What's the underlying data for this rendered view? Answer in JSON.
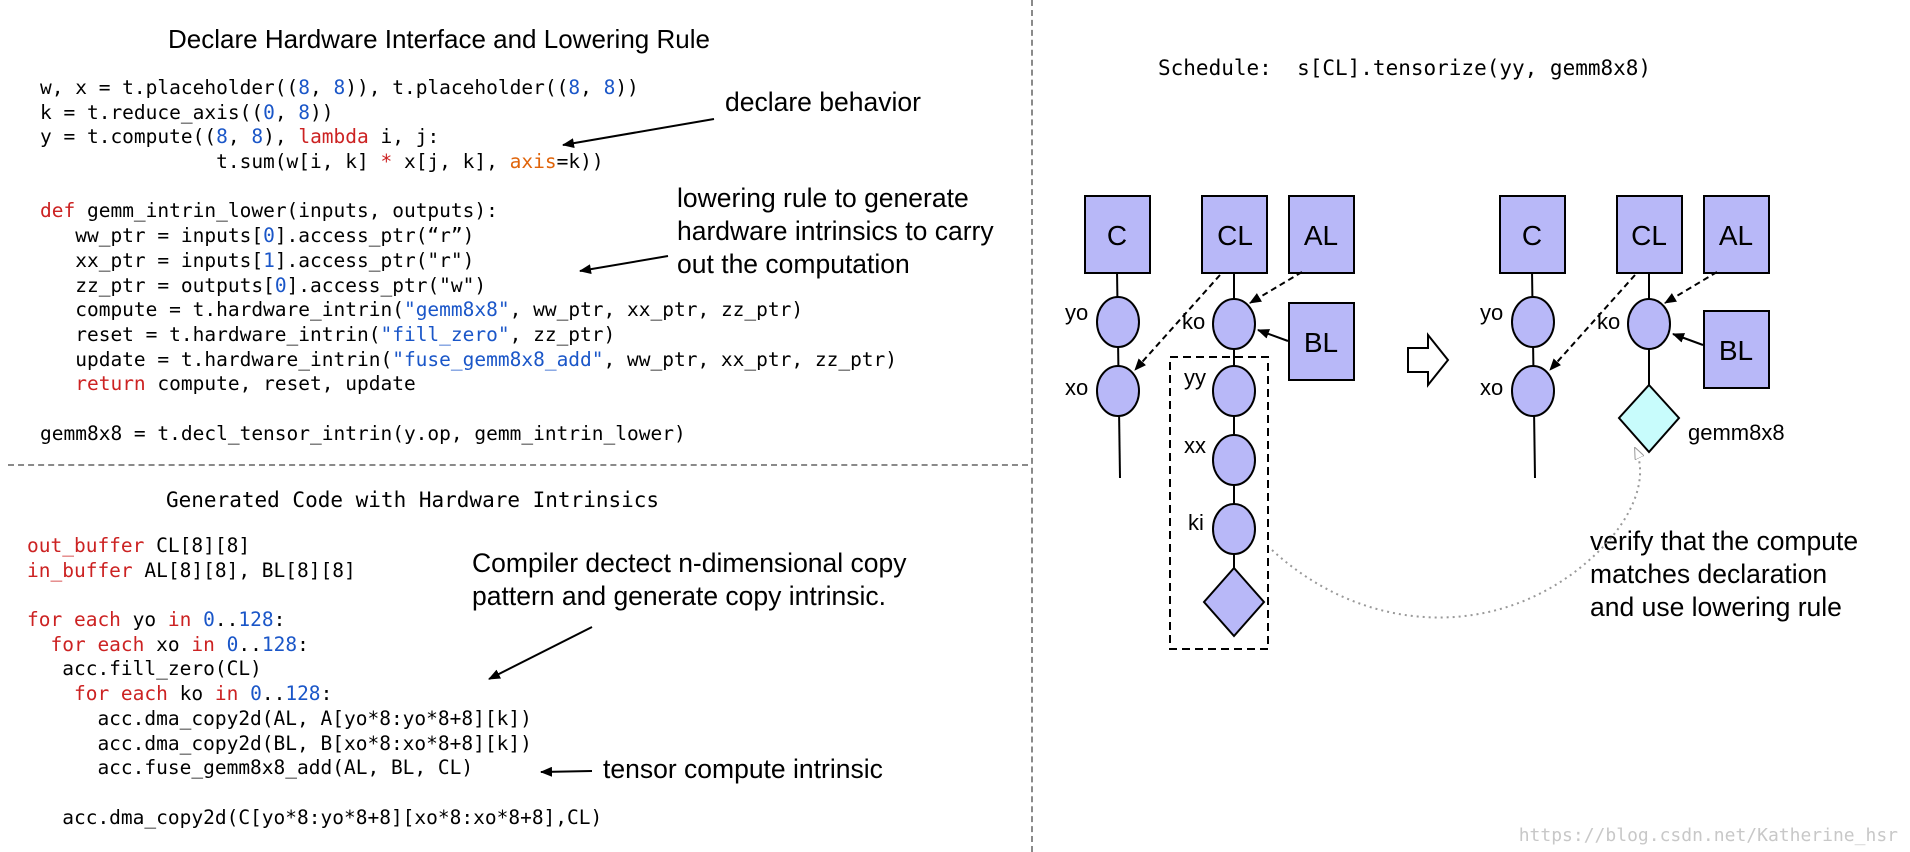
{
  "top_left": {
    "title": "Declare Hardware Interface and Lowering Rule",
    "code": [
      [
        [
          "w, x = t.placeholder((",
          ""
        ],
        [
          "8",
          "num"
        ],
        [
          ", ",
          ""
        ],
        [
          "8",
          "num"
        ],
        [
          ")), t.placeholder((",
          ""
        ],
        [
          "8",
          "num"
        ],
        [
          ", ",
          ""
        ],
        [
          "8",
          "num"
        ],
        [
          "))",
          ""
        ]
      ],
      [
        [
          "k = t.reduce_axis((",
          ""
        ],
        [
          "0",
          "num"
        ],
        [
          ", ",
          ""
        ],
        [
          "8",
          "num"
        ],
        [
          "))",
          ""
        ]
      ],
      [
        [
          "y = t.compute((",
          ""
        ],
        [
          "8",
          "num"
        ],
        [
          ", ",
          ""
        ],
        [
          "8",
          "num"
        ],
        [
          "), ",
          ""
        ],
        [
          "lambda",
          "kw"
        ],
        [
          " i, j:",
          ""
        ]
      ],
      [
        [
          "               t.sum(w[i, k] ",
          ""
        ],
        [
          "*",
          "kw"
        ],
        [
          " x[j, k], ",
          ""
        ],
        [
          "axis",
          "kwarg"
        ],
        [
          "=k))",
          ""
        ]
      ],
      [
        [
          "",
          ""
        ]
      ],
      [
        [
          "def",
          "kw"
        ],
        [
          " gemm_intrin_lower(inputs, outputs):",
          ""
        ]
      ],
      [
        [
          "   ww_ptr = inputs[",
          ""
        ],
        [
          "0",
          "num"
        ],
        [
          "].access_ptr(“r”)",
          ""
        ]
      ],
      [
        [
          "   xx_ptr = inputs[",
          ""
        ],
        [
          "1",
          "num"
        ],
        [
          "].access_ptr(\"r\")",
          ""
        ]
      ],
      [
        [
          "   zz_ptr = outputs[",
          ""
        ],
        [
          "0",
          "num"
        ],
        [
          "].access_ptr(\"w\")",
          ""
        ]
      ],
      [
        [
          "   compute = t.hardware_intrin(",
          ""
        ],
        [
          "\"gemm8x8\"",
          "str"
        ],
        [
          ", ww_ptr, xx_ptr, zz_ptr)",
          ""
        ]
      ],
      [
        [
          "   reset = t.hardware_intrin(",
          ""
        ],
        [
          "\"fill_zero\"",
          "str"
        ],
        [
          ", zz_ptr)",
          ""
        ]
      ],
      [
        [
          "   update = t.hardware_intrin(",
          ""
        ],
        [
          "\"fuse_gemm8x8_add\"",
          "str"
        ],
        [
          ", ww_ptr, xx_ptr, zz_ptr)",
          ""
        ]
      ],
      [
        [
          "   ",
          ""
        ],
        [
          "return",
          "kw"
        ],
        [
          " compute, reset, update",
          ""
        ]
      ],
      [
        [
          "",
          ""
        ]
      ],
      [
        [
          "gemm8x8 = t.decl_tensor_intrin(y.op, gemm_intrin_lower)",
          ""
        ]
      ]
    ],
    "note_behavior": "declare behavior",
    "note_lowering": "lowering rule to generate\nhardware intrinsics to carry\nout the computation"
  },
  "bottom_left": {
    "title": "Generated Code with Hardware Intrinsics",
    "code": [
      [
        [
          "out_buffer",
          "kw"
        ],
        [
          " CL[8][8]",
          ""
        ]
      ],
      [
        [
          "in_buffer",
          "kw"
        ],
        [
          " AL[8][8], BL[8][8]",
          ""
        ]
      ],
      [
        [
          "",
          ""
        ]
      ],
      [
        [
          "for each",
          "kw"
        ],
        [
          " yo ",
          ""
        ],
        [
          "in",
          "kw"
        ],
        [
          " ",
          ""
        ],
        [
          "0",
          "num"
        ],
        [
          "..",
          ""
        ],
        [
          "128",
          "num"
        ],
        [
          ":",
          ""
        ]
      ],
      [
        [
          "  ",
          ""
        ],
        [
          "for each",
          "kw"
        ],
        [
          " xo ",
          ""
        ],
        [
          "in",
          "kw"
        ],
        [
          " ",
          ""
        ],
        [
          "0",
          "num"
        ],
        [
          "..",
          ""
        ],
        [
          "128",
          "num"
        ],
        [
          ":",
          ""
        ]
      ],
      [
        [
          "   acc.fill_zero(CL)",
          ""
        ]
      ],
      [
        [
          "    ",
          ""
        ],
        [
          "for each",
          "kw"
        ],
        [
          " ko ",
          ""
        ],
        [
          "in",
          "kw"
        ],
        [
          " ",
          ""
        ],
        [
          "0",
          "num"
        ],
        [
          "..",
          ""
        ],
        [
          "128",
          "num"
        ],
        [
          ":",
          ""
        ]
      ],
      [
        [
          "      acc.dma_copy2d(AL, A[yo*8:yo*8+8][k])",
          ""
        ]
      ],
      [
        [
          "      acc.dma_copy2d(BL, B[xo*8:xo*8+8][k])",
          ""
        ]
      ],
      [
        [
          "      acc.fuse_gemm8x8_add(AL, BL, CL)",
          ""
        ]
      ],
      [
        [
          "",
          ""
        ]
      ],
      [
        [
          "   acc.dma_copy2d(C[yo*8:yo*8+8][xo*8:xo*8+8],CL)",
          ""
        ]
      ]
    ],
    "note_copy": "Compiler dectect n-dimensional copy\npattern and generate copy intrinsic.",
    "note_tensor": "tensor compute intrinsic"
  },
  "right": {
    "schedule": "Schedule:  s[CL].tensorize(yy, gemm8x8)",
    "box_c": "C",
    "box_cl": "CL",
    "box_al": "AL",
    "box_bl": "BL",
    "axis_yo": "yo",
    "axis_xo": "xo",
    "axis_ko": "ko",
    "axis_yy": "yy",
    "axis_xx": "xx",
    "axis_ki": "ki",
    "gemm_label": "gemm8x8",
    "verify_note": "verify that the compute\nmatches declaration\nand use lowering rule",
    "node_color": "#b8b8f8",
    "gemm_color": "#c8fcfc"
  },
  "watermark": "https://blog.csdn.net/Katherine_hsr"
}
